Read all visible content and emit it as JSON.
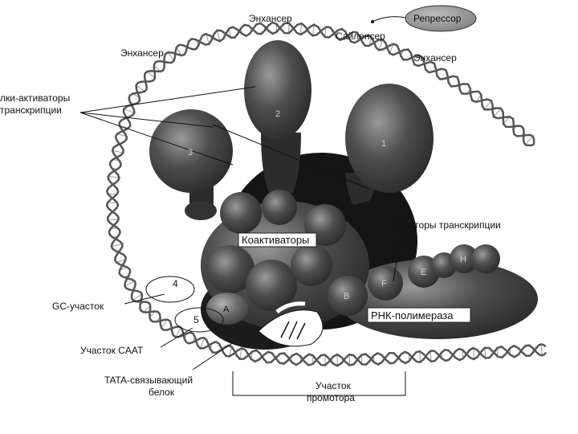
{
  "labels": {
    "enhancer_top": "Энхансер",
    "enhancer_left": "Энхансер",
    "enhancer_right": "Энхансер",
    "silencer": "Сайленсер",
    "repressor": "Репрессор",
    "activators_line1": "лки-активаторы",
    "activators_line2": "транскрипции",
    "coactivators": "Коактиваторы",
    "transcription_factors": "Факторы транскрипции",
    "rna_polymerase": "РНК-полимераза",
    "gc_region": "GC-участок",
    "caat_region": "Участок CAAT",
    "tata_line1": "TATA-связывающий",
    "tata_line2": "белок",
    "promoter_line1": "Участок",
    "promoter_line2": "промотора"
  },
  "activator_numbers": [
    "1",
    "2",
    "3"
  ],
  "site_numbers": [
    "4",
    "5"
  ],
  "factor_letters": [
    "A",
    "B",
    "F",
    "E",
    "H"
  ],
  "colors": {
    "protein_dark": "#3a3a3a",
    "protein_mid": "#6e6e6e",
    "core_black": "#141414",
    "repressor_fill": "#8c8c8c",
    "dna_strand": "#555555"
  }
}
